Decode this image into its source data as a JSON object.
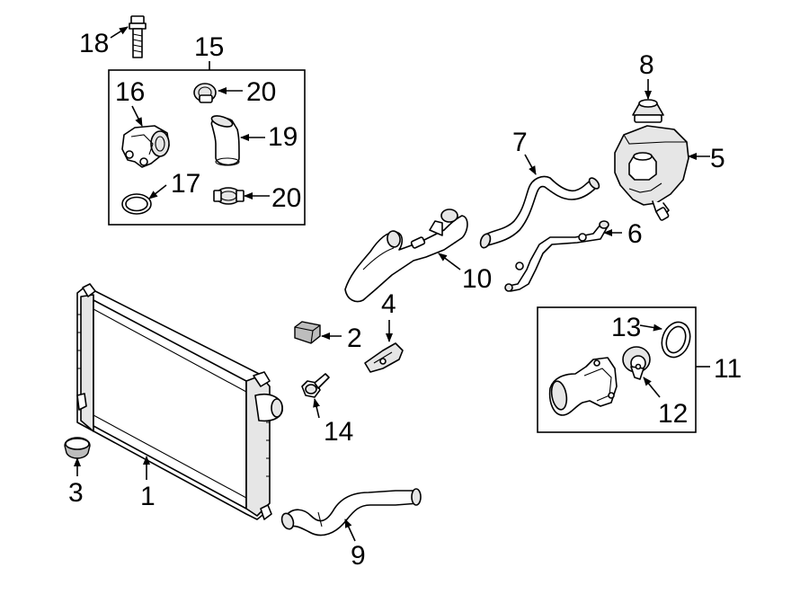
{
  "callouts": {
    "c1": "1",
    "c2": "2",
    "c3": "3",
    "c4": "4",
    "c5": "5",
    "c6": "6",
    "c7": "7",
    "c8": "8",
    "c9": "9",
    "c10": "10",
    "c11": "11",
    "c12": "12",
    "c13": "13",
    "c14": "14",
    "c15": "15",
    "c16": "16",
    "c17": "17",
    "c18": "18",
    "c19": "19",
    "c20a": "20",
    "c20b": "20"
  }
}
